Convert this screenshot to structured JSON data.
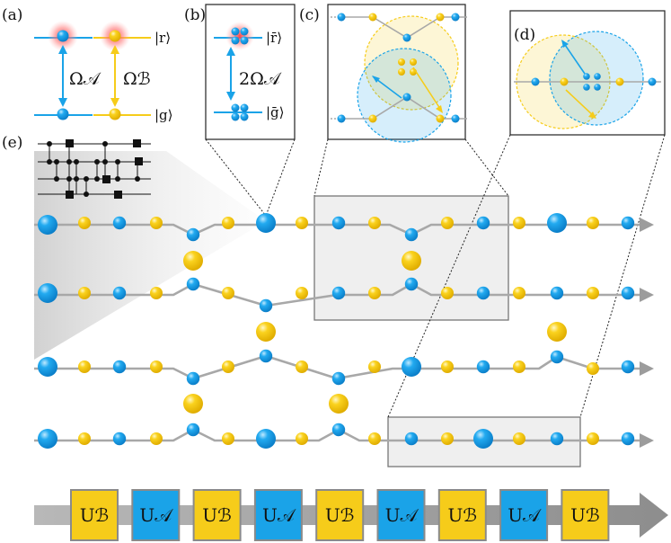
{
  "panels": {
    "a": "(a)",
    "b": "(b)",
    "c": "(c)",
    "d": "(d)",
    "e": "(e)"
  },
  "kets": {
    "r": "|r⟩",
    "g": "|g⟩",
    "r_bar": "|r̄⟩",
    "g_bar": "|ḡ⟩"
  },
  "couplings": {
    "omega_a": "Ω𝒜",
    "omega_b": "Ωℬ",
    "two_omega_a": "2Ω𝒜"
  },
  "gate_sequence": [
    "Uℬ",
    "U𝒜",
    "Uℬ",
    "U𝒜",
    "Uℬ",
    "U𝒜",
    "Uℬ",
    "U𝒜",
    "Uℬ"
  ],
  "colors": {
    "species_a": "#1aa3e8",
    "species_b": "#f6cc1a",
    "rydberg_glow": "#f06060",
    "chain_line": "#a8a8a8",
    "arrow": "#9c9c9c",
    "highlight_box": "#efefef"
  }
}
